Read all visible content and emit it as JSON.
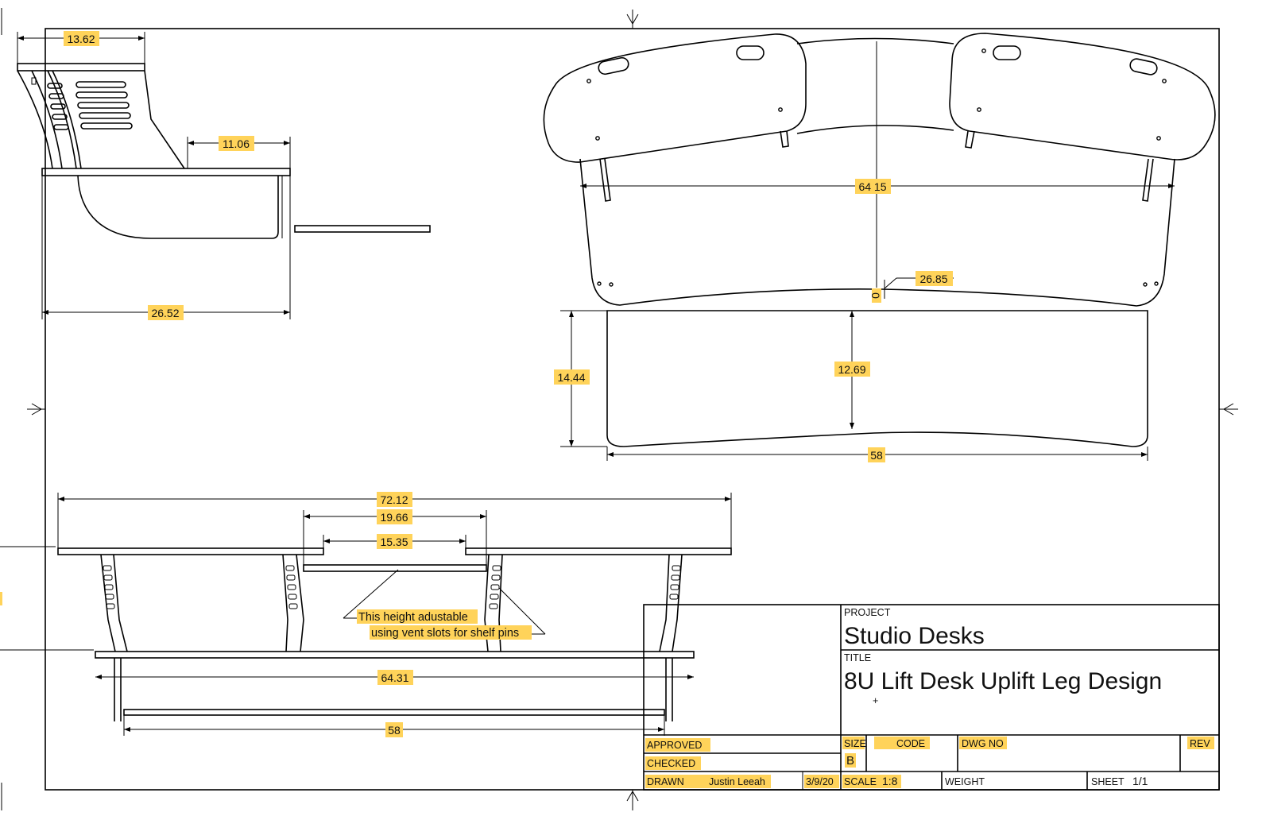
{
  "dimensions": {
    "side_top_width": "13.62",
    "side_offset": "11.06",
    "side_depth": "26.52",
    "top_width": "64 15",
    "top_depth_zero": "0",
    "top_depth": "26.85",
    "keyboard_outer": "14.44",
    "keyboard_inner": "12.69",
    "keyboard_width": "58",
    "front_overall": "72.12",
    "front_gap": "19.66",
    "front_inner_gap": "15.35",
    "front_base": "64.31",
    "front_bottom_shelf": "58"
  },
  "note": {
    "line1": "This height adustable",
    "line2": "using vent slots for shelf pins"
  },
  "title_block": {
    "project_label": "PROJECT",
    "project_value": "Studio Desks",
    "title_label": "TITLE",
    "title_value": "8U Lift Desk Uplift Leg Design",
    "approved_label": "APPROVED",
    "checked_label": "CHECKED",
    "drawn_label": "DRAWN",
    "drawn_name": "Justin Leeah",
    "drawn_date": "3/9/20",
    "size_label": "SIZE",
    "size_value": "B",
    "code_label": "CODE",
    "dwgno_label": "DWG NO",
    "rev_label": "REV",
    "scale_label": "SCALE",
    "scale_value": "1:8",
    "weight_label": "WEIGHT",
    "sheet_label": "SHEET",
    "sheet_value": "1/1"
  },
  "colors": {
    "highlight": "#ffd35a",
    "line": "#000000"
  }
}
